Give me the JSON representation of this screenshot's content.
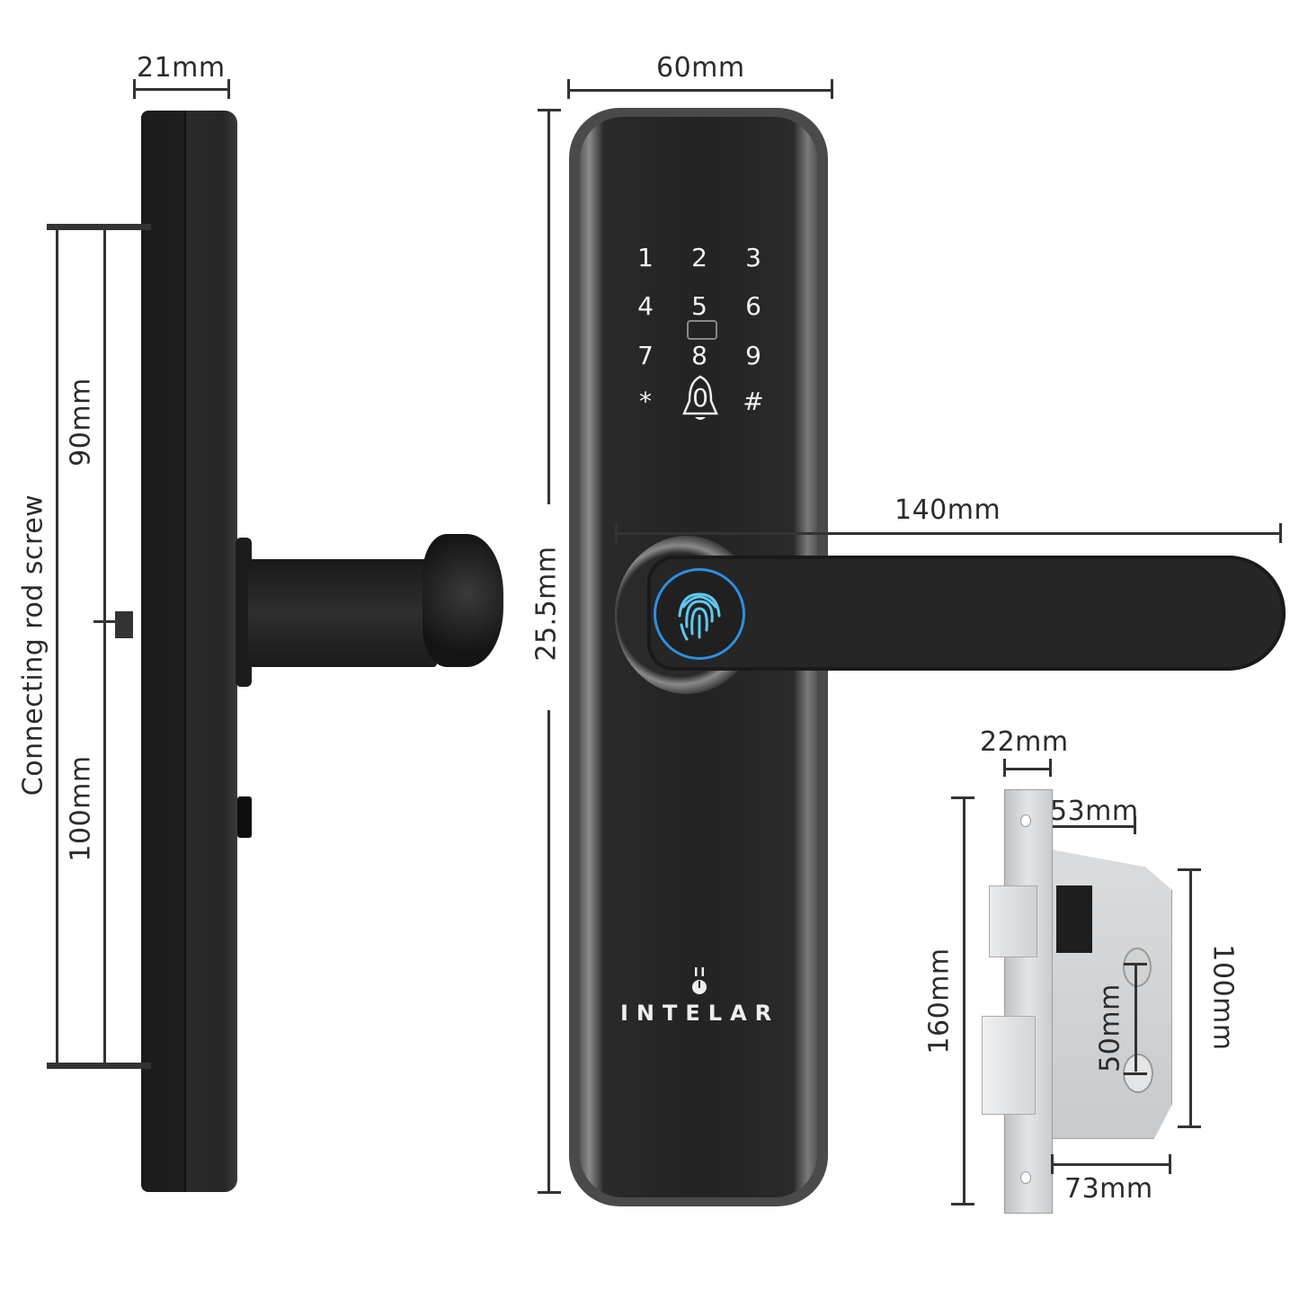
{
  "side_view": {
    "width_label": "21mm",
    "upper_spacing_label": "90mm",
    "lower_spacing_label": "100mm",
    "rod_caption": "Connecting rod screw"
  },
  "front_view": {
    "width_label": "60mm",
    "height_label": "25.5mm",
    "handle_length_label": "140mm",
    "keypad": [
      "1",
      "2",
      "3",
      "4",
      "5",
      "6",
      "7",
      "8",
      "9",
      "*",
      "0",
      "#"
    ],
    "card_reader_icon": "card-icon",
    "doorbell_icon": "bell-icon",
    "fingerprint_icon": "fingerprint-icon",
    "brand": "INTELAR",
    "accent_color": "#2f8fe0"
  },
  "mortise": {
    "faceplate_width_label": "22mm",
    "backset_label": "53mm",
    "total_height_label": "160mm",
    "body_height_label": "100mm",
    "center_distance_label": "50mm",
    "body_depth_label": "73mm"
  }
}
